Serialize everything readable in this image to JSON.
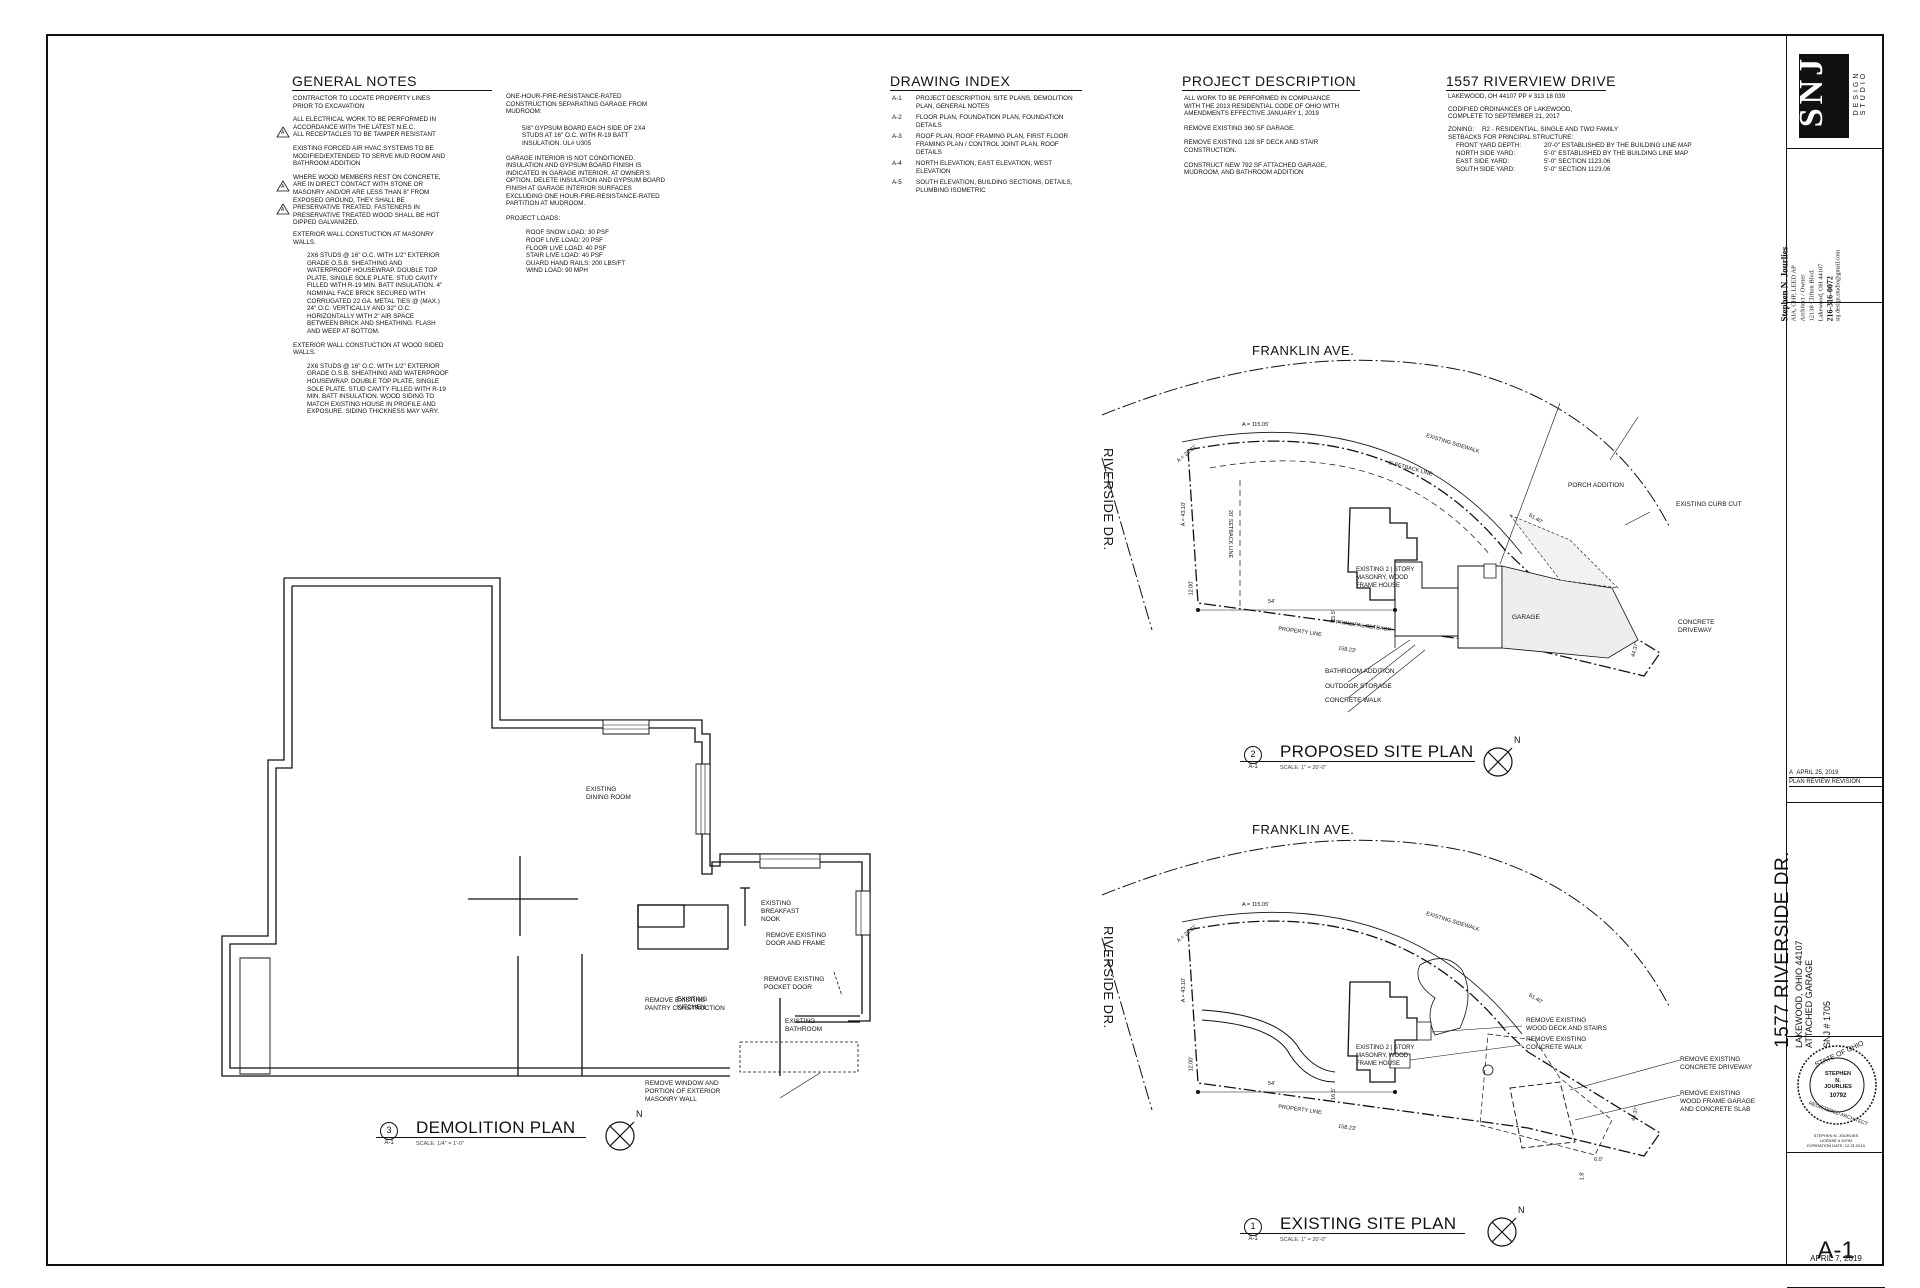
{
  "general_notes": {
    "heading": "GENERAL NOTES",
    "col1": [
      "CONTRACTOR TO LOCATE PROPERTY LINES\nPRIOR TO EXCAVATION",
      "ALL ELECTRICAL WORK TO BE PERFORMED IN\nACCORDANCE WITH THE LATEST N.E.C.\nALL RECEPTACLES TO BE TAMPER RESISTANT",
      "EXISTING FORCED AIR HVAC SYSTEMS TO BE\nMODIFIED/EXTENDED TO SERVE MUD ROOM AND\nBATHROOM ADDITION",
      "WHERE WOOD MEMBERS REST ON CONCRETE,\nARE IN DIRECT CONTACT WITH STONE OR\nMASONRY AND/OR ARE LESS THAN 8\" FROM\nEXPOSED GROUND, THEY SHALL BE\nPRESERVATIVE TREATED. FASTENERS IN\nPRESERVATIVE TREATED WOOD SHALL BE HOT\nDIPPED GALVANIZED.",
      "EXTERIOR WALL CONSTUCTION AT MASONRY\nWALLS.",
      "2X6 STUDS @ 16\" O.C. WITH 1/2\" EXTERIOR\nGRADE O.S.B. SHEATHING AND\nWATERPROOF HOUSEWRAP. DOUBLE TOP\nPLATE, SINGLE SOLE PLATE. STUD CAVITY\nFILLED WITH R-19 MIN. BATT INSULATION. 4\"\nNOMINAL FACE BRICK SECURED WITH\nCORRUGATED 22 GA. METAL TIES @ (MAX.)\n24\" O.C. VERTICALLY AND 32\" O.C.\nHORIZONTALLY WITH 2\" AIR SPACE\nBETWEEN BRICK AND SHEATHING. FLASH\nAND WEEP AT BOTTOM.",
      "EXTERIOR WALL CONSTUCTION AT WOOD SIDED\nWALLS.",
      "2X6 STUDS @ 16\" O.C. WITH 1/2\" EXTERIOR\nGRADE O.S.B. SHEATHING AND WATERPROOF\nHOUSEWRAP. DOUBLE TOP PLATE, SINGLE\nSOLE PLATE. STUD CAVITY FILLED WITH R-19\nMIN. BATT INSULATION. WOOD SIDING TO\nMATCH EXISTING HOUSE IN PROFILE AND\nEXPOSURE. SIDING THICKNESS MAY VARY."
    ],
    "col2": [
      "ONE-HOUR-FIRE-RESISTANCE-RATED\nCONSTRUCTION SEPARATING GARAGE FROM\nMUDROOM:",
      "5/8\" GYPSUM BOARD EACH SIDE OF 2X4\nSTUDS AT 16\" O.C. WITH R-19 BATT\nINSULATION. UL# U305",
      "GARAGE INTERIOR IS NOT CONDITIONED.\nINSULATION AND GYPSUM BOARD FINISH IS\nINDICATED IN GARAGE INTERIOR. AT OWNER'S\nOPTION, DELETE INSULATION AND GYPSUM BOARD\nFINISH AT GARAGE INTERIOR SURFACES\nEXCLUDING ONE HOUR-FIRE-RESISTANCE-RATED\nPARTITION AT MUDROOM.",
      "PROJECT LOADS:",
      "ROOF SNOW LOAD: 30 PSF\nROOF LIVE LOAD: 20 PSF\nFLOOR LIVE LOAD: 40 PSF\nSTAIR LIVE LOAD: 40 PSF\nGUARD HAND RAILS: 200 LBS/FT\nWIND LOAD: 90 MPH"
    ],
    "rev_mark": "A"
  },
  "drawing_index": {
    "heading": "DRAWING INDEX",
    "rows": [
      {
        "num": "A-1",
        "text": "PROJECT DESCRIPTION, SITE PLANS, DEMOLITION PLAN, GENERAL NOTES"
      },
      {
        "num": "A-2",
        "text": "FLOOR PLAN, FOUNDATION PLAN, FOUNDATION DETAILS"
      },
      {
        "num": "A-3",
        "text": "ROOF PLAN, ROOF FRAMING PLAN, FIRST FLOOR FRAMING PLAN / CONTROL JOINT PLAN, ROOF DETAILS"
      },
      {
        "num": "A-4",
        "text": "NORTH ELEVATION, EAST ELEVATION, WEST ELEVATION"
      },
      {
        "num": "A-5",
        "text": "SOUTH ELEVATION, BUILDING SECTIONS, DETAILS, PLUMBING ISOMETRIC"
      }
    ]
  },
  "project_description": {
    "heading": "PROJECT DESCRIPTION",
    "paras": [
      "ALL WORK TO BE PERFORMED IN COMPLIANCE\nWITH THE 2013 RESIDENTIAL CODE OF OHIO WITH\nAMENDMENTS EFFECTIVE JANUARY 1, 2019",
      "REMOVE EXISTING 360 SF GARAGE.",
      "REMOVE EXISTING 128 SF DECK AND STAIR\nCONSTRUCTION.",
      "CONSTRUCT NEW 792 SF ATTACHED GARAGE,\nMUDROOM, AND BATHROOM ADDITION"
    ]
  },
  "address_block": {
    "heading": "1557 RIVERVIEW DRIVE",
    "location": "LAKEWOOD, OH 44107   PP # 313 18 039",
    "code": "CODIFIED ORDINANCES OF LAKEWOOD,\nCOMPLETE TO SEPTEMBER 21, 2017",
    "zoning_label": "ZONING:",
    "zoning_value": "R2 - RESIDENTIAL, SINGLE AND TWO FAMILY",
    "setbacks_label": "SETBACKS FOR PRINCIPAL STRUCTURE:",
    "setbacks": [
      {
        "k": "FRONT YARD DEPTH:",
        "v": "20'-0\"  ESTABLISHED BY THE BUILDING LINE MAP"
      },
      {
        "k": "NORTH SIDE YARD:",
        "v": "5'-0\"   ESTABLISHED BY THE BUILDING LINE MAP"
      },
      {
        "k": "EAST SIDE YARD:",
        "v": "5'-0\"   SECTION 1123.06"
      },
      {
        "k": "SOUTH SIDE YARD:",
        "v": "5'-0\"   SECTION 1123.06"
      }
    ]
  },
  "proposed_site": {
    "street_top": "FRANKLIN AVE.",
    "street_side": "RIVERSIDE DR.",
    "house": "EXISTING 2 | STORY\nMASONRY, WOOD\nFRAME HOUSE",
    "garage": "GARAGE",
    "porch": "PORCH ADDITION",
    "curb": "EXISTING CURB CUT",
    "driveway": "CONCRETE\nDRIVEWAY",
    "bathroom": "BATHROOM ADDITION",
    "storage": "OUTDOOR STORAGE",
    "walk": "CONCRETE WALK",
    "sidewalk": "EXISTING SIDEWALK",
    "setback5": "5' SETBACK LINE",
    "setback20": "20' SETBACK LINE",
    "principal": "5' PRINCIPAL SETBACK",
    "property": "PROPERTY LINE",
    "dims": [
      "A = 115.05'",
      "A = 23.31'",
      "A = 43.10'",
      "12.00'",
      "54'",
      "158.23'",
      "61.40'",
      "44.37'",
      "15.5'"
    ],
    "num": "2",
    "sheet": "A-1",
    "title": "PROPOSED SITE PLAN",
    "scale": "SCALE: 1\" = 20'-0\"",
    "north": "N"
  },
  "existing_site": {
    "street_top": "FRANKLIN AVE.",
    "street_side": "RIVERSIDE DR.",
    "house": "EXISTING 2 | STORY\nMASONRY, WOOD\nFRAME HOUSE",
    "deck": "REMOVE EXISTING\nWOOD DECK AND STAIRS",
    "walk": "REMOVE EXISTING\nCONCRETE WALK",
    "driveway": "REMOVE EXISTING\nCONCRETE DRIVEWAY",
    "garage": "REMOVE EXISTING\nWOOD FRAME GARAGE\nAND CONCRETE SLAB",
    "sidewalk": "EXISTING SIDEWALK",
    "property": "PROPERTY LINE",
    "dims": [
      "A = 115.05'",
      "A = 23.31'",
      "A = 43.10'",
      "12.00'",
      "54'",
      "158.23'",
      "61.40'",
      "44.37'",
      "6.0'",
      "1.8'",
      "16.5'"
    ],
    "num": "1",
    "sheet": "A-1",
    "title": "EXISTING SITE PLAN",
    "scale": "SCALE: 1\" = 20'-0\"",
    "north": "N"
  },
  "demolition": {
    "dining": "EXISTING\nDINING ROOM",
    "nook": "EXISTING\nBREAKFAST\nNOOK",
    "kitchen": "EXISTING\nKITCHEN",
    "bathroom": "EXISTING\nBATHROOM",
    "remove_door": "REMOVE EXISTING\nDOOR AND FRAME",
    "remove_pocket": "REMOVE EXISTING\nPOCKET DOOR",
    "remove_pantry": "REMOVE EXISTING\nPANTRY CONSTRUCTION",
    "remove_window": "REMOVE WINDOW AND\nPORTION OF EXTERIOR\nMASONRY WALL",
    "num": "3",
    "sheet": "A-1",
    "title": "DEMOLITION PLAN",
    "scale": "SCALE: 1/4\" = 1'-0\"",
    "north": "N"
  },
  "title_block": {
    "logo": "SNJ",
    "studio": "DESIGN STUDIO",
    "architect": "Stephen N. Jourlies",
    "credentials": "AIA, CHP, LEED AP\nArchitect / Owner",
    "address": "12138 Clifton Blvd.\nLakewood, OH 44107",
    "phone": "216-316-0072",
    "email": "snj.design.studio@gmail.com",
    "rev_mark": "A",
    "rev_date": "APRIL 25, 2019",
    "rev_desc": "PLAN REVIEW REVISION",
    "project": "1577 RIVERSIDE DR.",
    "city": "LAKEWOOD, OHIO 44107",
    "scope": "ATTACHED GARAGE",
    "job": "SNJ # 1705",
    "seal_top": "STATE OF OHIO",
    "seal_name": "STEPHEN\nN.\nJOURLIES",
    "seal_num": "10792",
    "seal_bottom": "REGISTERED ARCHITECT",
    "seal_caption": "STEPHEN N. JOURLIES\nLICENSE # 10792\nEXPIRATION DATE: 12.31.2019",
    "sheet": "A-1",
    "date": "APRIL 7, 2019"
  }
}
